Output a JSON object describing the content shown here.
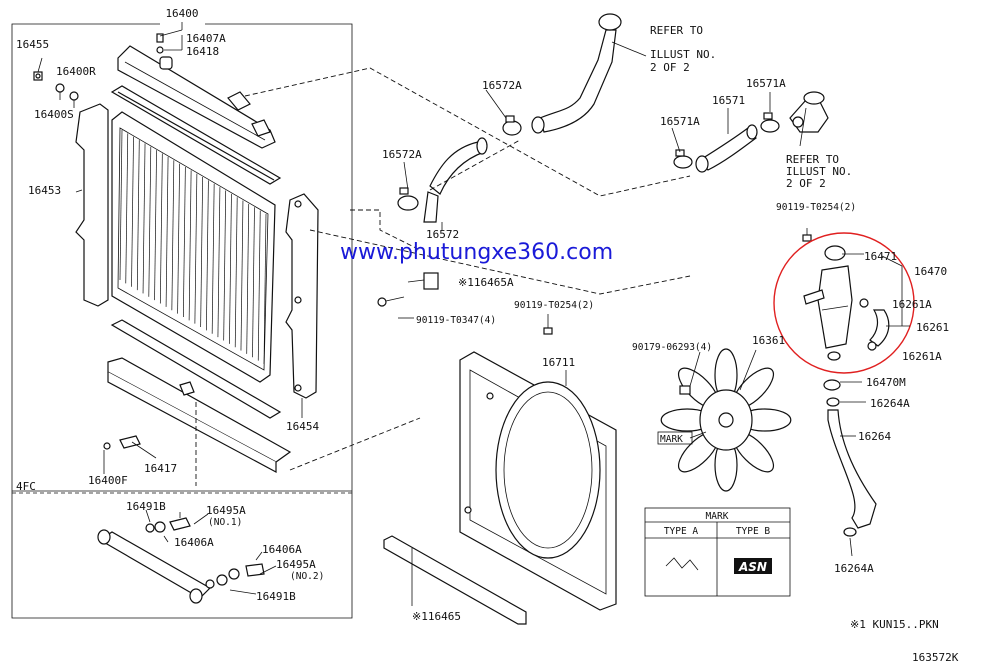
{
  "watermark": "www.phutungxe360.com",
  "labels": {
    "p16400": "16400",
    "p16455": "16455",
    "p16407A": "16407A",
    "p16418": "16418",
    "p16400R": "16400R",
    "p16400S": "16400S",
    "p16453": "16453",
    "p16454": "16454",
    "p16400F": "16400F",
    "p16417": "16417",
    "p16572A_top": "16572A",
    "p16572A_mid": "16572A",
    "p16572": "16572",
    "p16571A_left": "16571A",
    "p16571A_right": "16571A",
    "p16571": "16571",
    "p16465A": "※116465A",
    "p16465": "※116465",
    "b90119_0347": "90119-T0347(4)",
    "b90119_0254_mid": "90119-T0254(2)",
    "b90119_0254_top": "90119-T0254(2)",
    "p16711": "16711",
    "b90179": "90179-06293(4)",
    "p16361": "16361",
    "mark_tag": "MARK",
    "p16471": "16471",
    "p16470": "16470",
    "p16261A_a": "16261A",
    "p16261": "16261",
    "p16261A_b": "16261A",
    "p16470M": "16470M",
    "p16264A_a": "16264A",
    "p16264": "16264",
    "p16264A_b": "16264A",
    "p16491B_a": "16491B",
    "p16495A_a": "16495A",
    "no1": "(NO.1)",
    "p16406A_a": "16406A",
    "p16406A_b": "16406A",
    "p16495A_b": "16495A",
    "no2": "(NO.2)",
    "p16491B_b": "16491B",
    "fc": "4FC"
  },
  "refer_right": [
    "REFER TO",
    "ILLUST NO.",
    "2 OF 2"
  ],
  "refer_left": [
    "REFER TO",
    "ILLUST NO.",
    "2 OF 2"
  ],
  "mark_table": {
    "title": "MARK",
    "type_a": "TYPE A",
    "type_b": "TYPE B",
    "asn": "ASN"
  },
  "footnote": "※1 KUN15..PKN",
  "figure_id": "163572K"
}
